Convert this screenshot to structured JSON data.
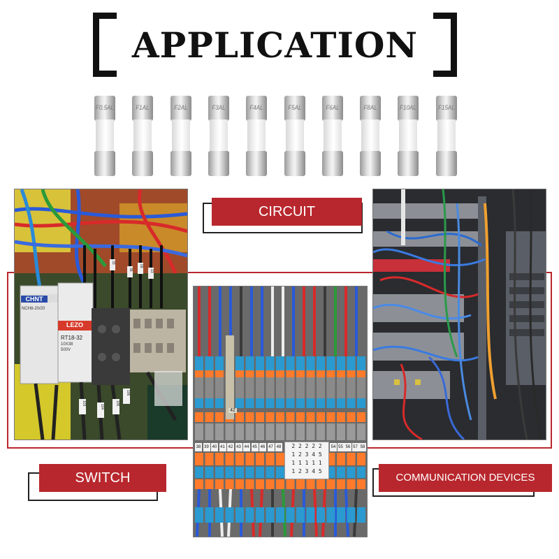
{
  "title": "APPLICATION",
  "fuses": [
    {
      "marking": "F0.5AL"
    },
    {
      "marking": "F1AL"
    },
    {
      "marking": "F2AL"
    },
    {
      "marking": "F3AL"
    },
    {
      "marking": "F4AL"
    },
    {
      "marking": "F5AL"
    },
    {
      "marking": "F6AL"
    },
    {
      "marking": "F8AL"
    },
    {
      "marking": "F10AL"
    },
    {
      "marking": "F15AL"
    }
  ],
  "labels": {
    "circuit": "CIRCUIT",
    "switch": "SWITCH",
    "communication": "COMMUNICATION DEVICES"
  },
  "panel_left": {
    "breaker1_brand": "CHNT",
    "breaker1_model": "NCH8-20/20",
    "breaker2_brand": "LEZO",
    "breaker2_model": "RT18-32",
    "breaker2_rating": "10X38",
    "breaker2_voltage": "500V",
    "wire_tags": [
      "103",
      "104",
      "105",
      "106"
    ],
    "wire_top_tags": [
      "33",
      "36",
      "09",
      "13"
    ]
  },
  "panel_center": {
    "tag_row": [
      "38",
      "39",
      "40",
      "41",
      "42",
      "43",
      "44",
      "45",
      "46",
      "47",
      "48",
      "54",
      "55",
      "56",
      "57",
      "58"
    ],
    "marker_rows": [
      "2 2 2 2 2",
      "1 2 3 4 5",
      "1 1 1 1 1",
      "1 2 3 4 5"
    ],
    "marker_tag": "42"
  },
  "colors": {
    "accent_red": "#b8272d",
    "title_black": "#111111"
  }
}
